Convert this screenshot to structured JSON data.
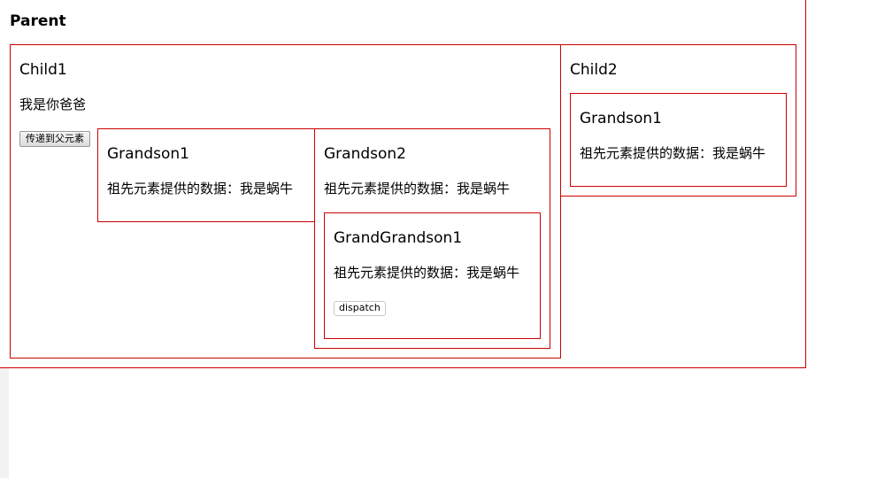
{
  "parent": {
    "title": "Parent"
  },
  "child1": {
    "title": "Child1",
    "text": "我是你爸爸",
    "button_label": "传递到父元素",
    "grandson1": {
      "title": "Grandson1",
      "text": "祖先元素提供的数据：我是蜗牛"
    },
    "grandson2": {
      "title": "Grandson2",
      "text": "祖先元素提供的数据：我是蜗牛",
      "grandgrandson1": {
        "title": "GrandGrandson1",
        "text": "祖先元素提供的数据：我是蜗牛",
        "button_label": "dispatch"
      }
    }
  },
  "child2": {
    "title": "Child2",
    "grandson1": {
      "title": "Grandson1",
      "text": "祖先元素提供的数据：我是蜗牛"
    }
  },
  "colors": {
    "border": "#cc0000",
    "background": "#ffffff"
  }
}
